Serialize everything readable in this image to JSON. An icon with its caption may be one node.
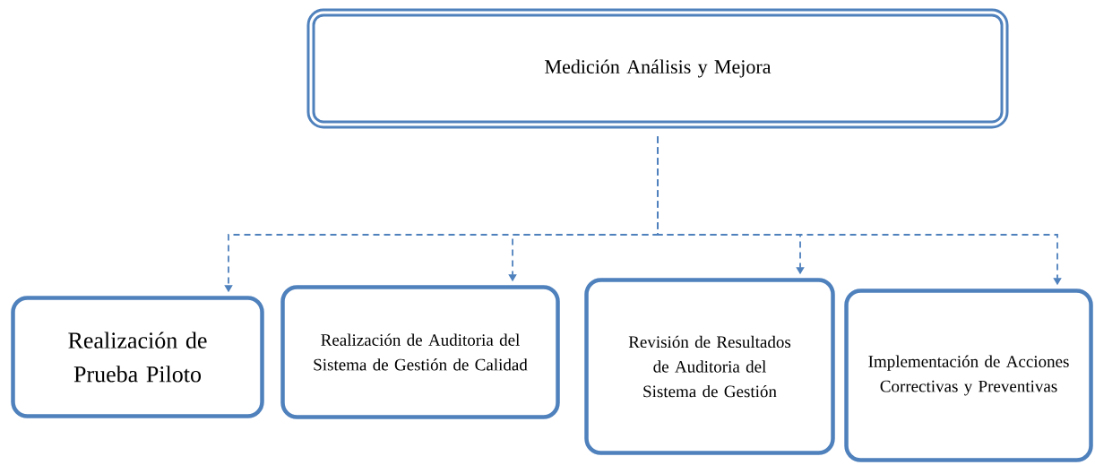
{
  "diagram": {
    "nodes": [
      {
        "text": [
          "Medición Análisis y Mejora"
        ]
      },
      {
        "text": [
          "Realización de Prueba Piloto"
        ]
      },
      {
        "text": [
          "Realización de Auditoria del Sistema de Gestión de Calidad"
        ]
      },
      {
        "text": [
          "Revisión de Resultados de Auditoria del Sistema de Gestión"
        ]
      },
      {
        "text": [
          "Implementación de Acciones Correctivas y Preventivas"
        ]
      }
    ],
    "edges": [
      {
        "from": 0,
        "to": 1,
        "arrow": "to",
        "style": "dashed"
      },
      {
        "from": 0,
        "to": 2,
        "arrow": "to",
        "style": "dashed"
      },
      {
        "from": 0,
        "to": 3,
        "arrow": "to",
        "style": "dashed"
      },
      {
        "from": 0,
        "to": 4,
        "arrow": "to",
        "style": "dashed"
      }
    ]
  }
}
